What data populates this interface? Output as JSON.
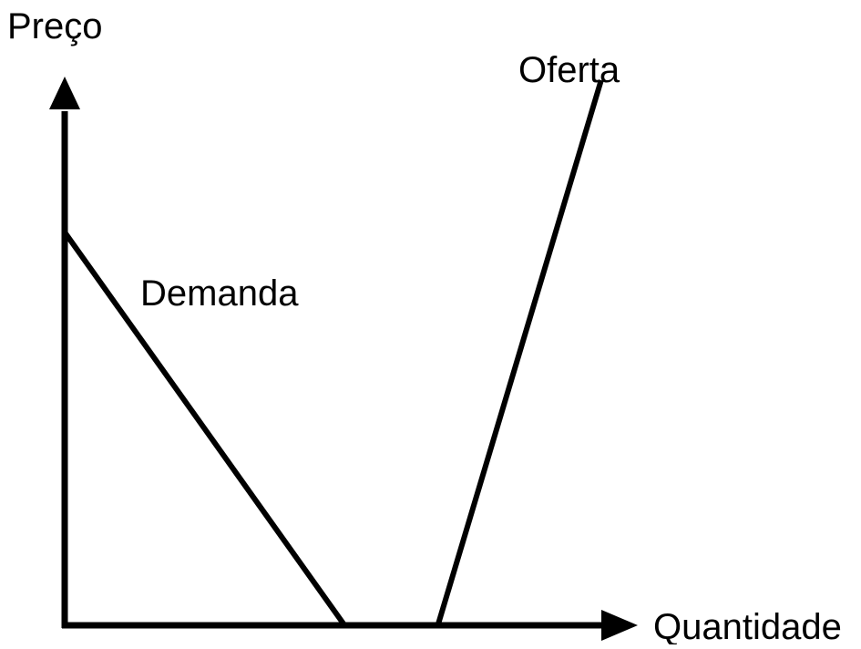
{
  "chart_data": {
    "type": "line",
    "title": "",
    "ylabel": "Preço",
    "xlabel": "Quantidade",
    "xlim": [
      0,
      100
    ],
    "ylim": [
      0,
      100
    ],
    "grid": false,
    "axis_color": "#000000",
    "line_color": "#000000",
    "series": [
      {
        "name": "Demanda",
        "x": [
          0,
          48
        ],
        "y": [
          75,
          0
        ]
      },
      {
        "name": "Oferta",
        "x": [
          64,
          92
        ],
        "y": [
          0,
          104
        ]
      }
    ]
  }
}
